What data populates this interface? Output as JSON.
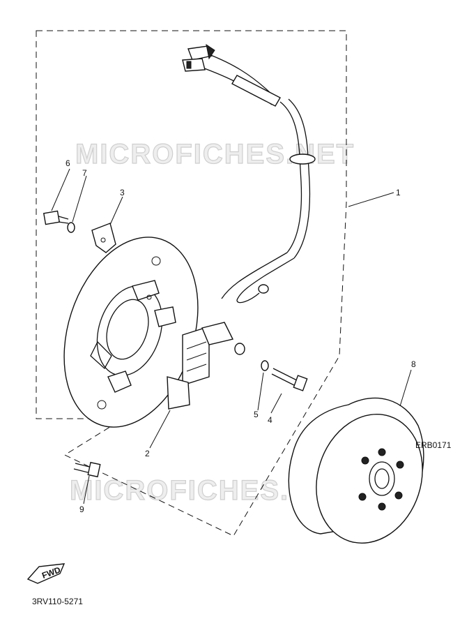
{
  "watermark": "MICROFICHES.NET",
  "part_callouts": [
    "1",
    "2",
    "3",
    "4",
    "5",
    "6",
    "7",
    "8",
    "9"
  ],
  "rotor_marking": "ERB0171",
  "fwd_label": "FWD",
  "diagram_code": "3RV110-5271"
}
